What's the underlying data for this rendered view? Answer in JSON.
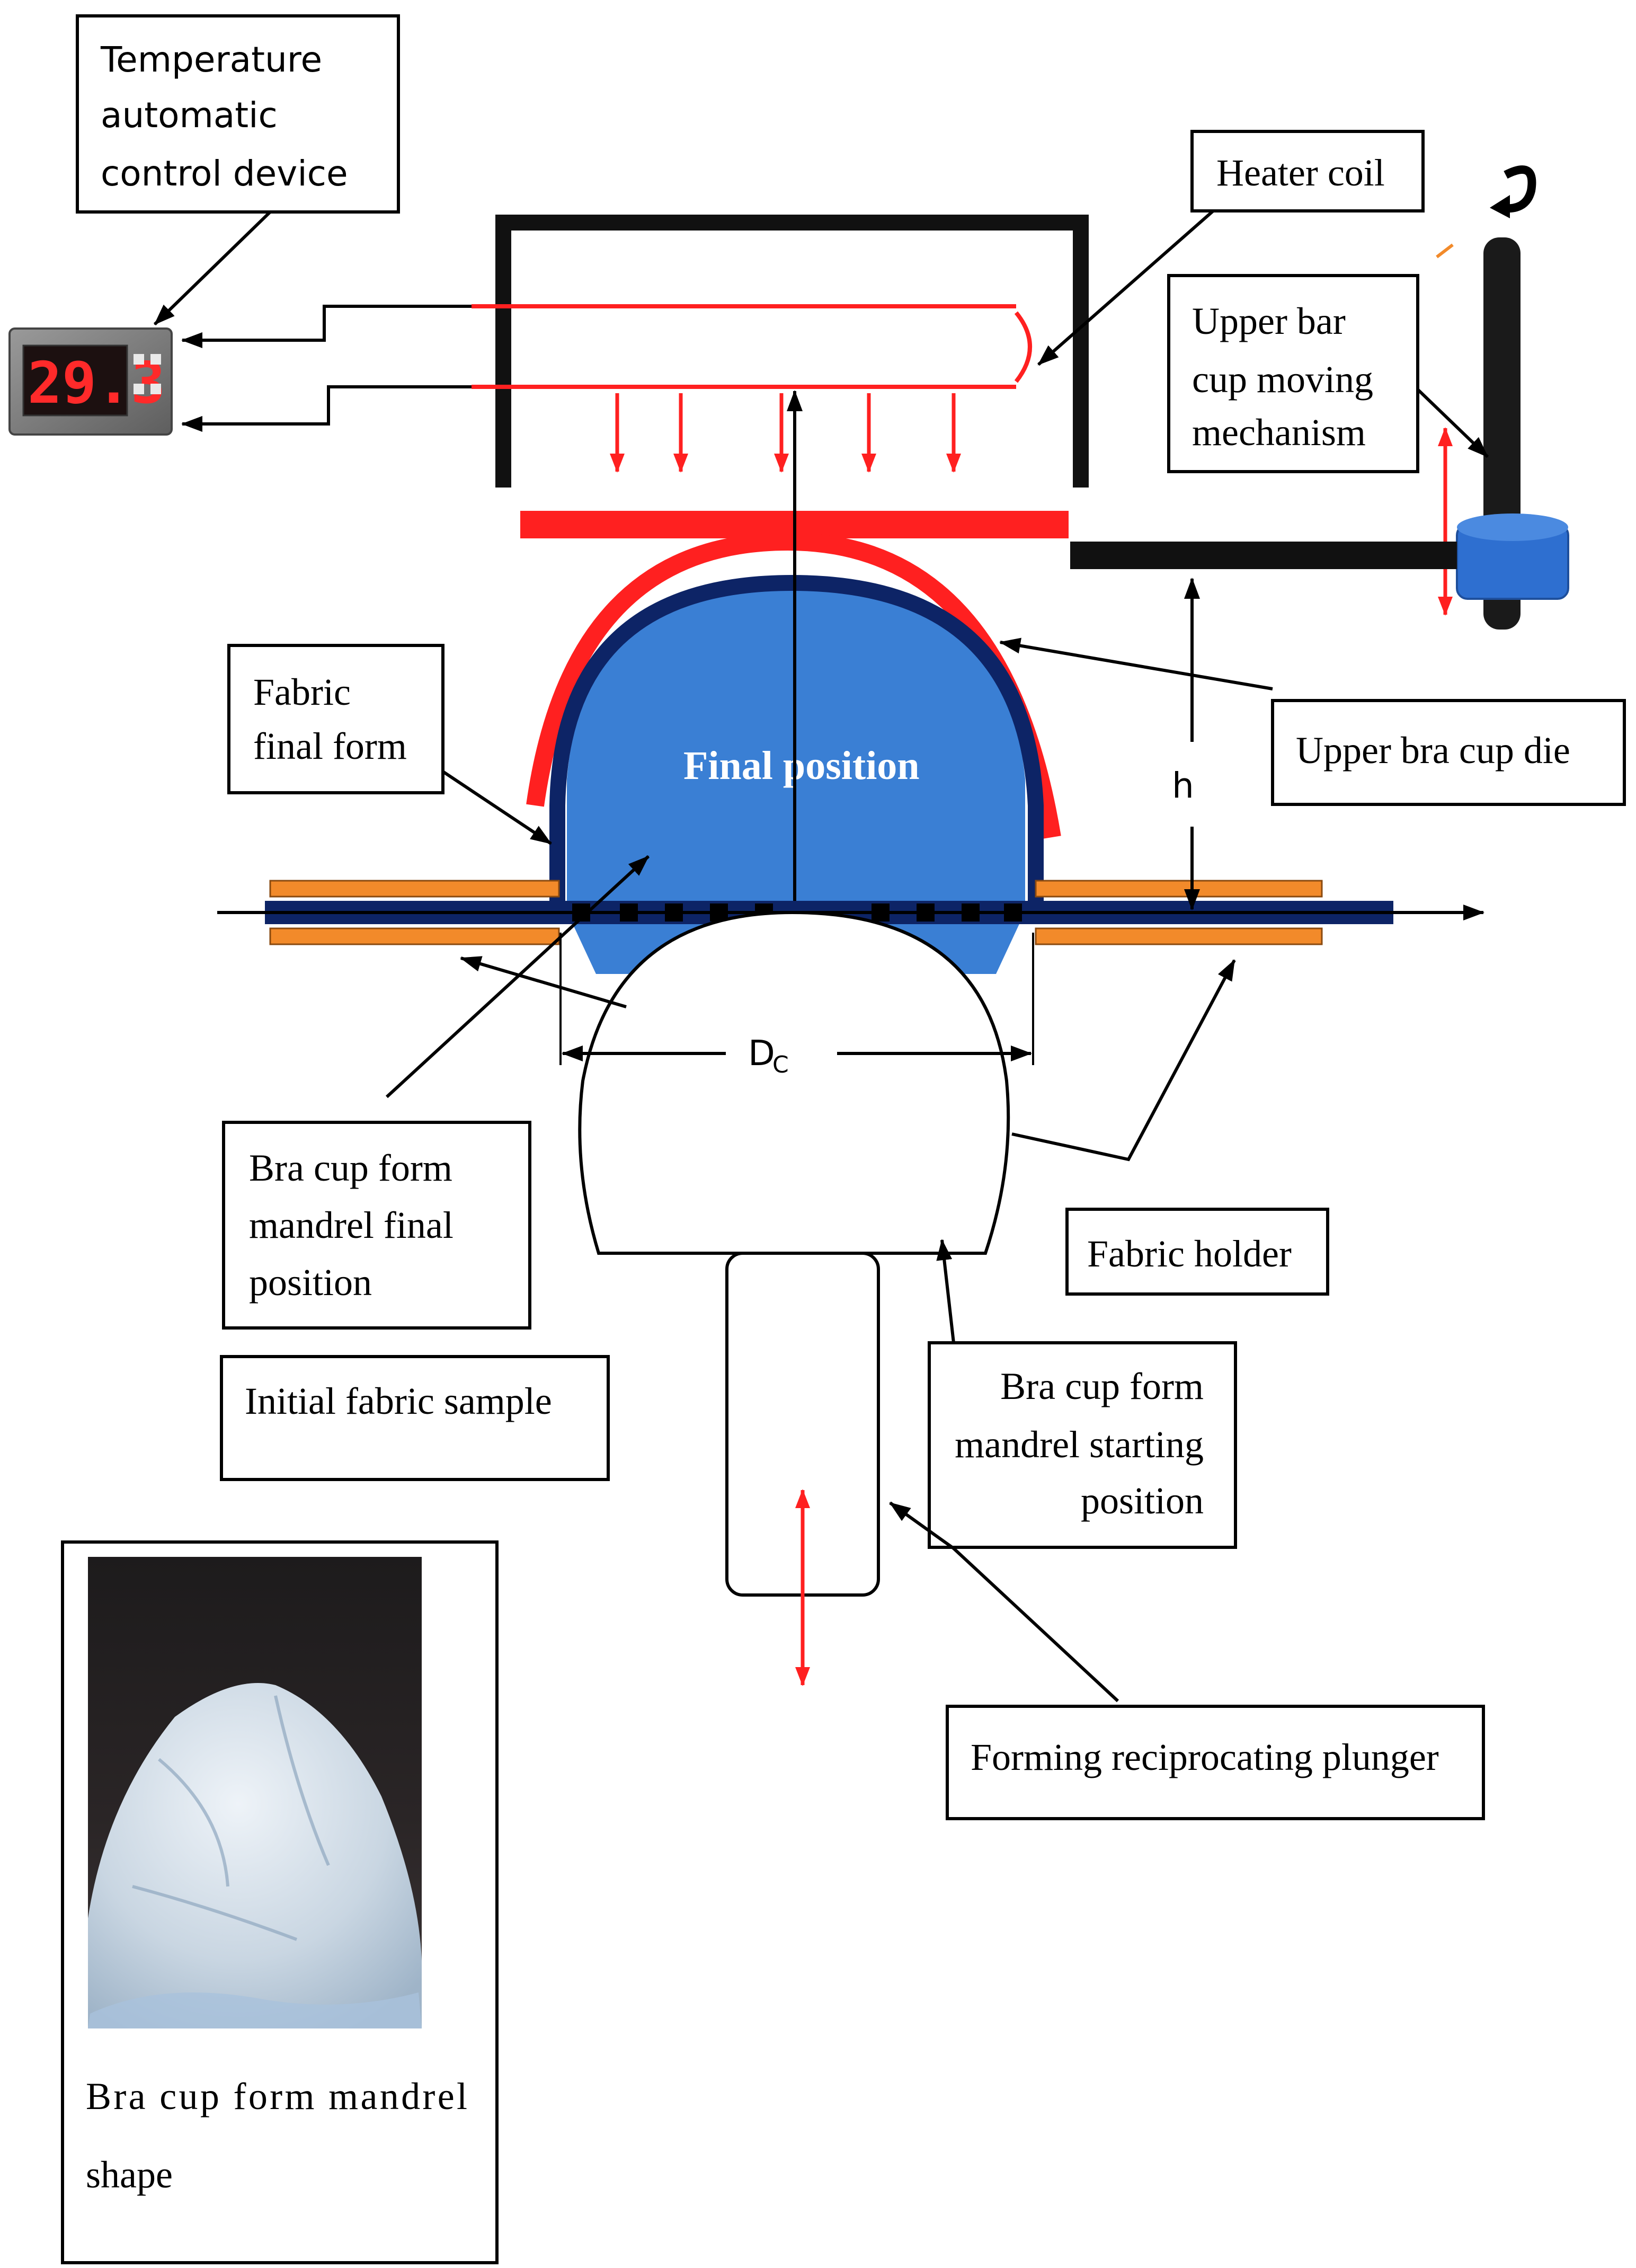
{
  "labels": {
    "temperature_control": [
      "Temperature",
      "automatic",
      "control device"
    ],
    "heater_coil": "Heater coil",
    "upper_bar_mechanism": [
      "Upper bar",
      "cup moving",
      "mechanism"
    ],
    "fabric_final_form": [
      "Fabric",
      "final form"
    ],
    "upper_bra_cup_die": "Upper bra cup die",
    "final_position": "Final position",
    "height_symbol": "h",
    "diameter_symbol": "D",
    "diameter_subscript": "C",
    "mandrel_final_position": [
      "Bra cup form",
      "mandrel final",
      "position"
    ],
    "fabric_holder": "Fabric holder",
    "initial_fabric_sample": "Initial fabric sample",
    "mandrel_starting_position": [
      "Bra cup form",
      "mandrel starting",
      "position"
    ],
    "forming_plunger": "Forming reciprocating plunger",
    "mandrel_shape_caption": [
      "Bra  cup  form  mandrel",
      "shape"
    ]
  },
  "controller_display": "29.3",
  "colors": {
    "heater_red": "#ff2020",
    "die_blue": "#3a7fd4",
    "dark_navy": "#0d2466",
    "holder_orange": "#f28a2a",
    "frame_black": "#111111",
    "collar_blue": "#2e6fd0"
  }
}
